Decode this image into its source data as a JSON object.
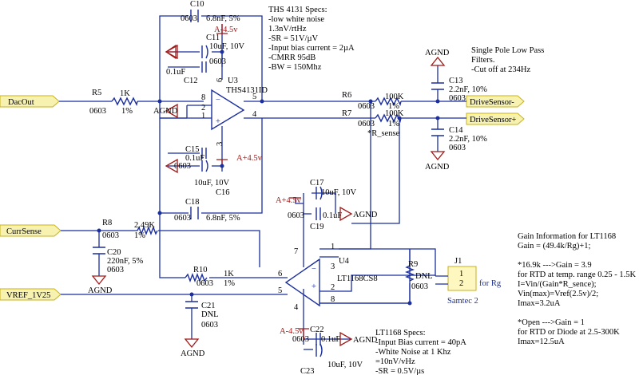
{
  "ports": {
    "dacout": "DacOut",
    "currsense": "CurrSense",
    "vref": "VREF_1V25",
    "drive_minus": "DriveSensor-",
    "drive_plus": "DriveSensor+"
  },
  "ths": {
    "ref": "U3",
    "part": "THS4131ID",
    "pins": {
      "p8": "8",
      "p2": "2",
      "p1": "1",
      "p5": "5",
      "p4": "4",
      "p6": "6",
      "p3": "3"
    },
    "minus": "−",
    "plus": "+"
  },
  "lt": {
    "ref": "U4",
    "part": "LT1168CS8",
    "pins": {
      "p1": "1",
      "p3": "3",
      "p2": "2",
      "p8": "8",
      "p6": "6",
      "p5": "5",
      "p7": "7",
      "p4": "4"
    },
    "minus": "−",
    "plus": "+"
  },
  "components": {
    "c10": {
      "ref": "C10",
      "pkg": "0603",
      "val": "6.8nF, 5%"
    },
    "c11": {
      "ref": "C11",
      "pkg": "0603",
      "val": "10uF, 10V"
    },
    "c12": {
      "ref": "C12",
      "val": "0.1uF"
    },
    "c15": {
      "ref": "C15",
      "pkg": "0603",
      "val": "0.1uF"
    },
    "c16": {
      "ref": "C16",
      "val": "10uF, 10V"
    },
    "c18": {
      "ref": "C18",
      "pkg": "0603",
      "val": "6.8nF, 5%"
    },
    "r5": {
      "ref": "R5",
      "pkg": "0603",
      "val": "1K",
      "tol": "1%"
    },
    "r6": {
      "ref": "R6",
      "pkg": "0603",
      "val": "100K",
      "tol": "1%"
    },
    "r7": {
      "ref": "R7",
      "pkg": "0603",
      "val": "100K",
      "tol": "1%",
      "note": "*R_sense"
    },
    "c13": {
      "ref": "C13",
      "val": "2.2nF, 10%",
      "pkg": "0603"
    },
    "c14": {
      "ref": "C14",
      "val": "2.2nF, 10%",
      "pkg": "0603"
    },
    "c17": {
      "ref": "C17",
      "val": "10uF, 10V"
    },
    "c19": {
      "ref": "C19",
      "pkg": "0603",
      "val": "0.1uF"
    },
    "r8": {
      "ref": "R8",
      "pkg": "0603",
      "val": "2.49K",
      "tol": "1%"
    },
    "c20": {
      "ref": "C20",
      "val": "220nF, 5%",
      "pkg": "0603"
    },
    "r10": {
      "ref": "R10",
      "pkg": "0603",
      "val": "1K",
      "tol": "1%"
    },
    "c21": {
      "ref": "C21",
      "val": "DNL",
      "pkg": "0603"
    },
    "c22": {
      "ref": "C22",
      "pkg": "0603",
      "val": "0.1uF"
    },
    "c23": {
      "ref": "C23",
      "val": "10uF, 10V"
    },
    "r9": {
      "ref": "R9",
      "val": "DNL",
      "pkg": "0603"
    },
    "j1": {
      "ref": "J1",
      "p1": "1",
      "p2": "2",
      "for": "for Rg",
      "maker": "Samtec 2"
    }
  },
  "power": {
    "agnd": "AGND",
    "a_neg": "A-4.5v",
    "a_pos": "A+4.5v"
  },
  "notes": {
    "ths_specs": [
      "THS 4131 Specs:",
      "-low white noise",
      "1.3nV/rtHz",
      "-SR = 51V/µV",
      "-Input bias current = 2µA",
      "-CMRR 95dB",
      "-BW = 150Mhz"
    ],
    "lpf": [
      "Single Pole Low Pass",
      "Filters.",
      "-Cut off at 234Hz"
    ],
    "gain": [
      "Gain Information for LT1168",
      "Gain = (49.4k/Rg)+1;",
      "",
      "*16.9k --->Gain = 3.9",
      "for RTD at temp. range 0.25 - 1.5K",
      "I=Vin/(Gain*R_sence);",
      "Vin(max)=Vref(2.5v)/2;",
      "Imax=3.2uA",
      "",
      "*Open --->Gain = 1",
      "for RTD or Diode at 2.5-300K",
      "Imax=12.5uA"
    ],
    "lt_specs": [
      "LT1168 Specs:",
      "-Input Bias current = 40pA",
      "-White Noise at  1 Khz",
      "=10nV/vHz",
      "-SR = 0.5V/µs"
    ]
  }
}
